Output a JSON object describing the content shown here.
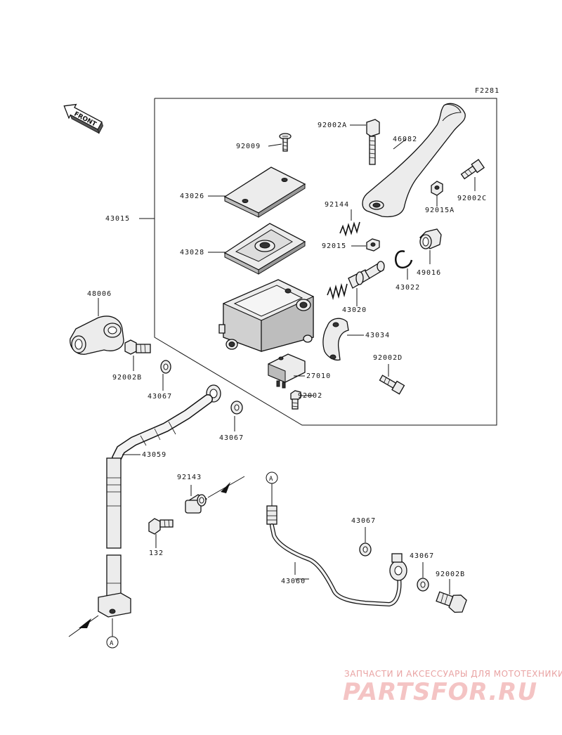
{
  "diagram_code": "F2281",
  "front_label": "FRONT",
  "callout_a": "A",
  "parts": {
    "p43015": "43015",
    "p92009": "92009",
    "p43026": "43026",
    "p43028": "43028",
    "p92002A": "92002A",
    "p46082": "46082",
    "p92002C": "92002C",
    "p92144": "92144",
    "p92015A": "92015A",
    "p92015": "92015",
    "p49016": "49016",
    "p43022": "43022",
    "p43020": "43020",
    "p48006": "48006",
    "p43034": "43034",
    "p92002D": "92002D",
    "p27010": "27010",
    "p92002_1": "92002B",
    "p92002": "92002",
    "p43067_1": "43067",
    "p43067_2": "43067",
    "p43059": "43059",
    "p92143": "92143",
    "p132": "132",
    "p43067_3": "43067",
    "p43067_4": "43067",
    "p43060": "43060",
    "p92002B": "92002B"
  },
  "watermark": {
    "tagline": "ЗАПЧАСТИ И АКСЕССУАРЫ ДЛЯ МОТОТЕХНИКИ",
    "logo": "PARTSFOR.RU"
  }
}
